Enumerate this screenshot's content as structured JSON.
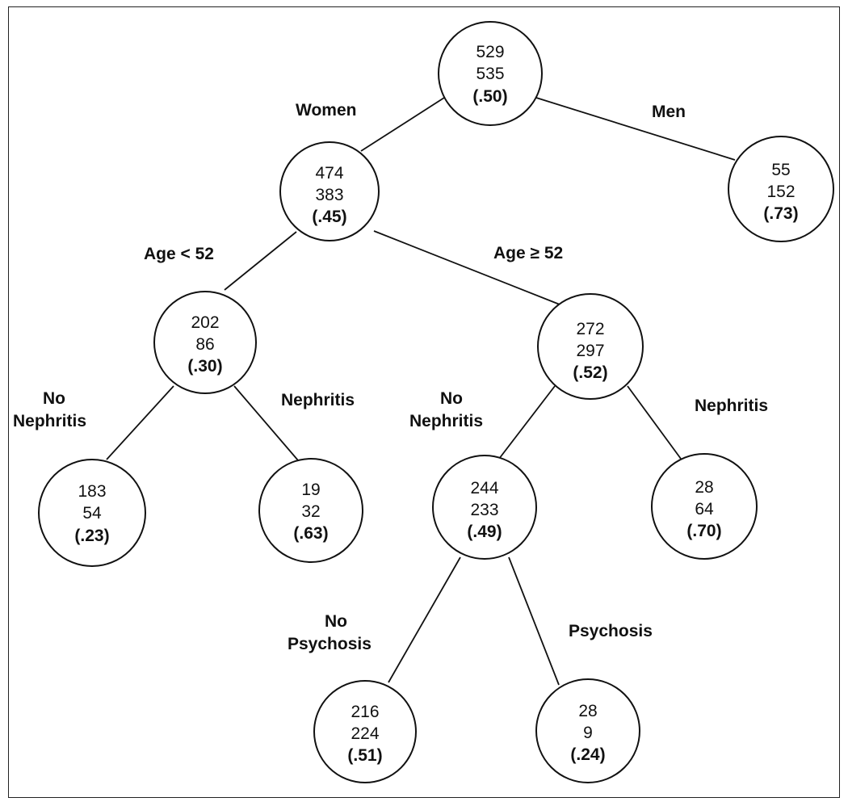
{
  "nodes": [
    {
      "id": "root",
      "line1": "529",
      "line2": "535",
      "ratio": "(.50)"
    },
    {
      "id": "women",
      "line1": "474",
      "line2": "383",
      "ratio": "(.45)"
    },
    {
      "id": "men",
      "line1": "55",
      "line2": "152",
      "ratio": "(.73)"
    },
    {
      "id": "women-age-under-52",
      "line1": "202",
      "line2": "86",
      "ratio": "(.30)"
    },
    {
      "id": "women-age-52-plus",
      "line1": "272",
      "line2": "297",
      "ratio": "(.52)"
    },
    {
      "id": "under-52-no-nephritis",
      "line1": "183",
      "line2": "54",
      "ratio": "(.23)"
    },
    {
      "id": "under-52-nephritis",
      "line1": "19",
      "line2": "32",
      "ratio": "(.63)"
    },
    {
      "id": "52-plus-no-nephritis",
      "line1": "244",
      "line2": "233",
      "ratio": "(.49)"
    },
    {
      "id": "52-plus-nephritis",
      "line1": "28",
      "line2": "64",
      "ratio": "(.70)"
    },
    {
      "id": "no-psychosis",
      "line1": "216",
      "line2": "224",
      "ratio": "(.51)"
    },
    {
      "id": "psychosis",
      "line1": "28",
      "line2": "9",
      "ratio": "(.24)"
    }
  ],
  "edge_labels": {
    "women": "Women",
    "men": "Men",
    "age_under_52": "Age < 52",
    "age_52_plus": "Age ≥ 52",
    "left_no_nephritis": [
      "No",
      "Nephritis"
    ],
    "left_nephritis": "Nephritis",
    "right_no_nephritis": [
      "No",
      "Nephritis"
    ],
    "right_nephritis": "Nephritis",
    "no_psychosis": [
      "No",
      "Psychosis"
    ],
    "psychosis": "Psychosis"
  }
}
